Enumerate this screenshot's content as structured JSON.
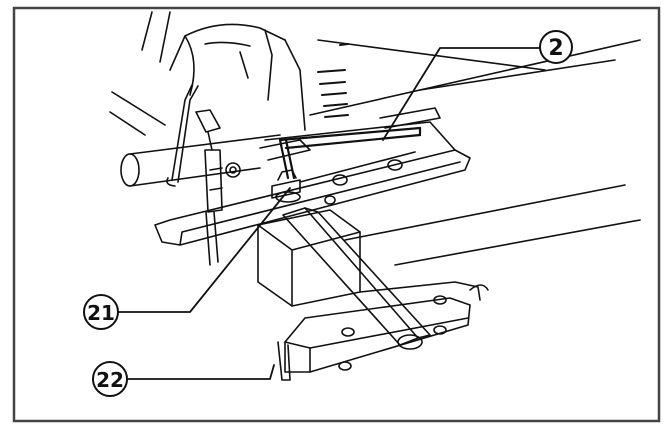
{
  "figure": {
    "callouts": [
      {
        "id": "callout-2",
        "label": "2"
      },
      {
        "id": "callout-21",
        "label": "21"
      },
      {
        "id": "callout-22",
        "label": "22"
      }
    ]
  },
  "colors": {
    "line": "#111111",
    "background": "#ffffff",
    "frame": "#444444"
  }
}
